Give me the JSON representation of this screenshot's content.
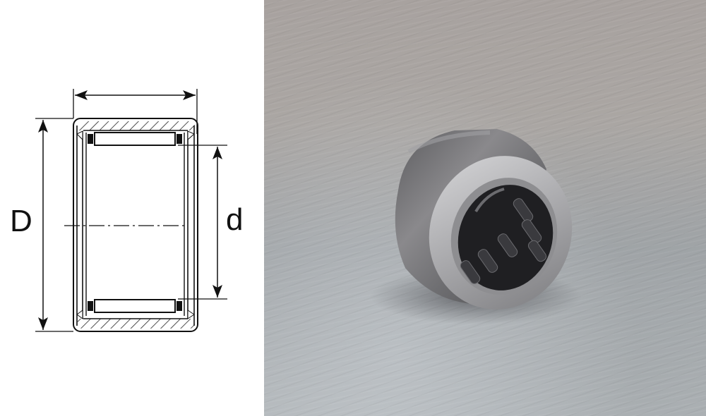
{
  "drawing": {
    "labels": {
      "outer_diameter": "D",
      "inner_diameter": "d"
    },
    "line_color": "#111111",
    "hatch_color": "#222222"
  },
  "photo": {
    "subject": "drawn cup needle roller bearing",
    "surface": "brushed steel sheet",
    "colors": {
      "background": "#a9a6a4",
      "bearing_shell": "#7d7d7f",
      "bearing_highlight": "#d9d9db",
      "needle_rollers": "#2a2a2c"
    }
  }
}
